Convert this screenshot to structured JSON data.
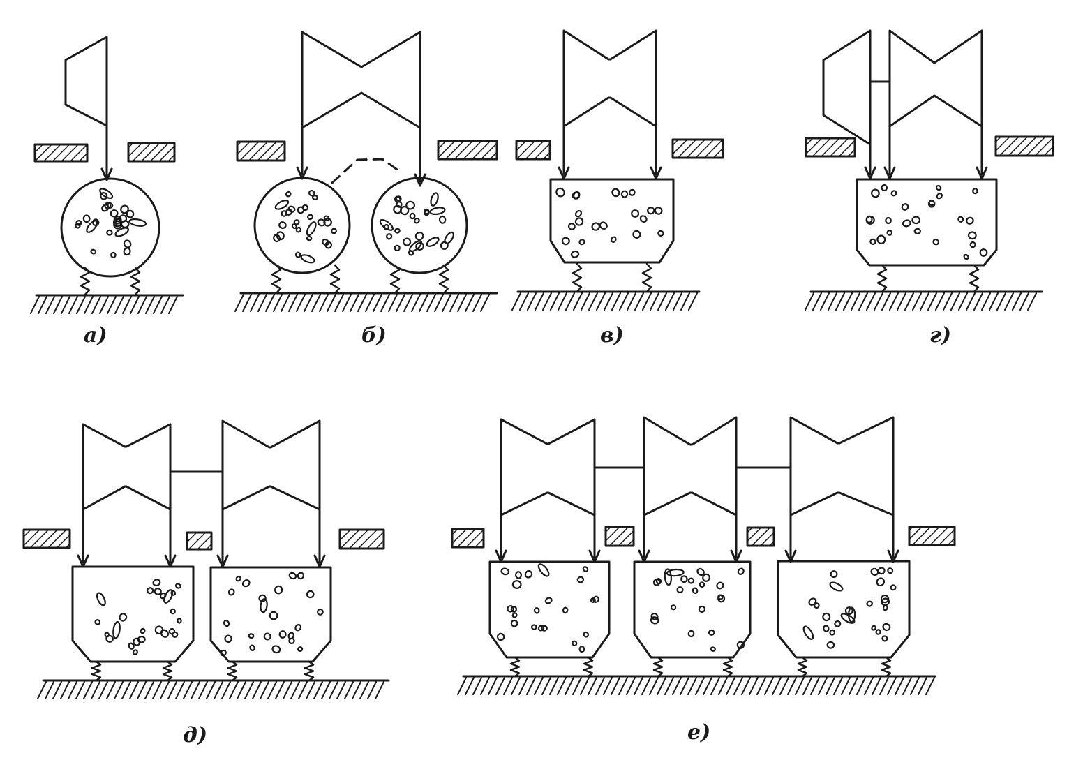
{
  "figure": {
    "ink_color": "#1a1a1a",
    "background": "#ffffff",
    "panels": [
      {
        "id": "a",
        "label": "а)",
        "turbine": "single-flow",
        "boiler": "round-furnace",
        "boiler_count": 1
      },
      {
        "id": "b",
        "label": "б)",
        "turbine": "double-flow",
        "boiler": "round-furnace",
        "boiler_count": 2
      },
      {
        "id": "v",
        "label": "в)",
        "turbine": "double-flow",
        "boiler": "rectangular-furnace",
        "boiler_count": 1
      },
      {
        "id": "g",
        "label": "г)",
        "turbine": "single-flow + double-flow",
        "boiler": "rectangular-furnace",
        "boiler_count": 1
      },
      {
        "id": "d",
        "label": "д)",
        "turbine": "2 × double-flow",
        "boiler": "rectangular-furnace",
        "boiler_count": 2
      },
      {
        "id": "e",
        "label": "е)",
        "turbine": "3 × double-flow",
        "boiler": "rectangular-furnace",
        "boiler_count": 3
      }
    ],
    "icons": [
      "turbine-icon",
      "arrow-icon",
      "hatched-block-icon",
      "spring-icon",
      "ground-icon"
    ]
  }
}
